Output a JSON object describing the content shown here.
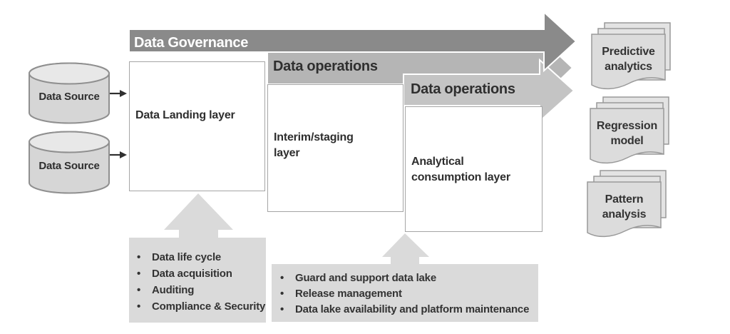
{
  "banners": [
    {
      "label": "Data Governance"
    },
    {
      "label": "Data operations"
    },
    {
      "label": "Data operations"
    }
  ],
  "sources": [
    {
      "label": "Data Source"
    },
    {
      "label": "Data Source"
    }
  ],
  "layers": [
    {
      "label": "Data Landing layer"
    },
    {
      "label": "Interim/staging\nlayer"
    },
    {
      "label": "Analytical\nconsumption layer"
    }
  ],
  "outputs": [
    {
      "label": "Predictive\nanalytics"
    },
    {
      "label": "Regression\nmodel"
    },
    {
      "label": "Pattern\nanalysis"
    }
  ],
  "callouts": [
    {
      "items": [
        "Data life cycle",
        "Data acquisition",
        "Auditing",
        "Compliance & Security"
      ]
    },
    {
      "items": [
        "Guard and support data lake",
        "Release management",
        "Data lake availability and platform maintenance"
      ]
    }
  ],
  "colors": {
    "banner_governance": "#8a8a8a",
    "banner_operations_mid": "#b5b5b5",
    "banner_operations_light": "#c4c4c4",
    "cylinder_fill": "#d6d6d6",
    "cylinder_top_fill": "#e8e8e8",
    "callout_fill": "#dadada",
    "document_fill": "#dcdcdc",
    "outline_gray": "#8f8f8f",
    "text_dark": "#2e2e2e",
    "text_light": "#ffffff"
  }
}
